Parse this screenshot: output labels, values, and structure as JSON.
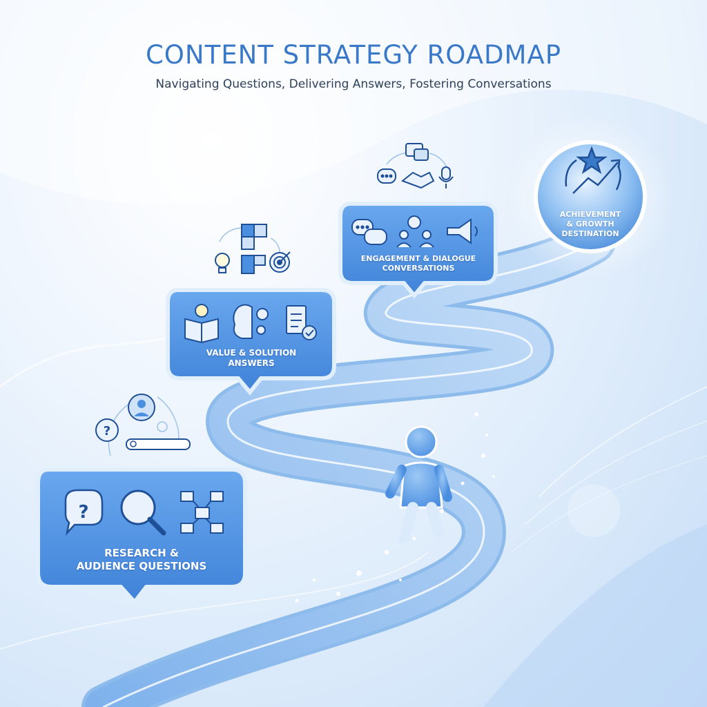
{
  "header": {
    "title": "CONTENT STRATEGY ROADMAP",
    "subtitle": "Navigating Questions, Delivering Answers, Fostering Conversations"
  },
  "stages": [
    {
      "line1": "RESEARCH &",
      "line2": "AUDIENCE QUESTIONS",
      "icons": [
        "question-bubble-icon",
        "magnifier-icon",
        "folder-network-icon"
      ],
      "floating_icons": [
        "question-icon",
        "user-profile-icon",
        "search-bar-icon"
      ]
    },
    {
      "line1": "VALUE & SOLUTION",
      "line2": "ANSWERS",
      "icons": [
        "lightbulb-book-icon",
        "brain-gear-icon",
        "checklist-icon"
      ],
      "floating_icons": [
        "lightbulb-icon",
        "puzzle-icon",
        "target-icon"
      ]
    },
    {
      "line1": "ENGAGEMENT & DIALOGUE",
      "line2": "CONVERSATIONS",
      "icons": [
        "chat-bubbles-icon",
        "community-heart-icon",
        "megaphone-icon"
      ],
      "floating_icons": [
        "chat-icon",
        "handshake-icon",
        "microphone-icon",
        "message-icon"
      ]
    },
    {
      "line1": "ACHIEVEMENT",
      "line2": "& GROWTH",
      "line3": "DESTINATION",
      "icons": [
        "star-laurel-growth-icon"
      ]
    }
  ],
  "colors": {
    "accent": "#3a78c8",
    "box_fill": "#4a8fe0",
    "box_border": "#dbeafc",
    "path": "#a9cdf3",
    "path_edge": "#6fa6e6",
    "icon_stroke": "#1f4f96"
  }
}
